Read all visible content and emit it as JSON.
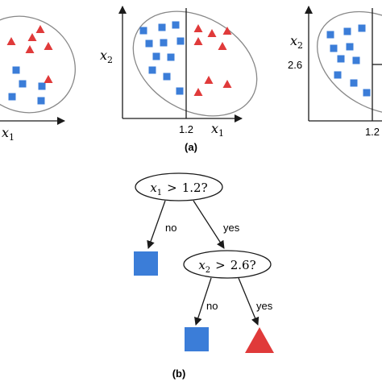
{
  "colors": {
    "square": "#3b7dd8",
    "triangle": "#e03a3a",
    "line": "#1a1a1a",
    "ellipse": "#888888"
  },
  "panel_a": {
    "label": "(a)",
    "left_plot": {
      "x_axis": "x",
      "x_sub": "1"
    },
    "middle_plot": {
      "y_axis": "x",
      "y_sub": "2",
      "x_axis": "x",
      "x_sub": "1",
      "x_split": "1.2"
    },
    "right_plot": {
      "y_axis": "x",
      "y_sub": "2",
      "y_split": "2.6",
      "x_split": "1.2"
    }
  },
  "panel_b": {
    "label": "(b)",
    "root": {
      "var": "x",
      "sub": "1",
      "op": ">",
      "value": "1.2",
      "q": "?"
    },
    "left_edge": "no",
    "right_edge": "yes",
    "inner": {
      "var": "x",
      "sub": "2",
      "op": ">",
      "value": "2.6",
      "q": "?"
    },
    "inner_left_edge": "no",
    "inner_right_edge": "yes"
  }
}
